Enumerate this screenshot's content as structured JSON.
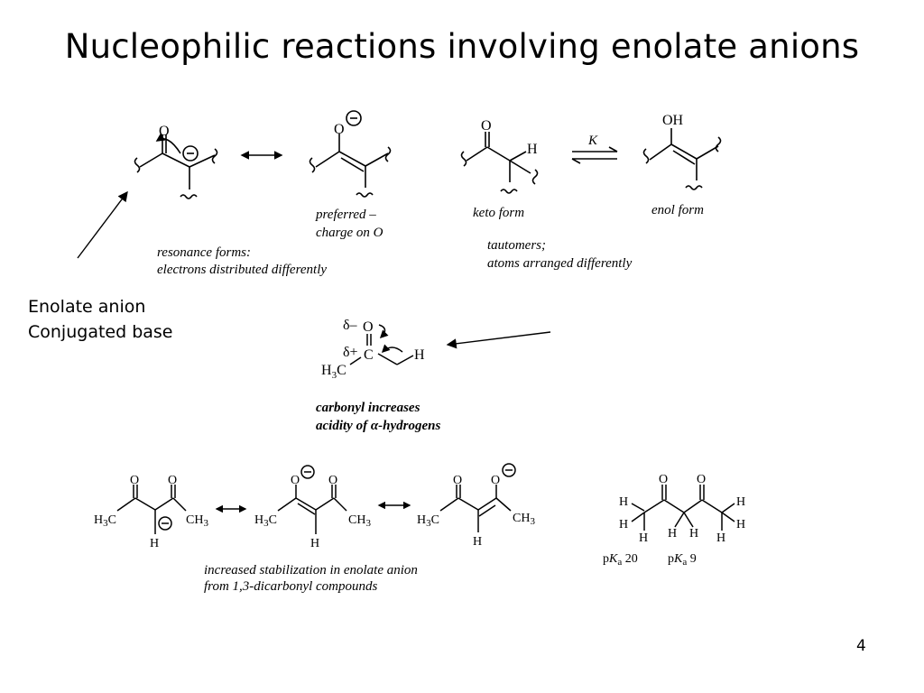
{
  "slide": {
    "title": "Nucleophilic reactions involving enolate anions",
    "page_number": "4"
  },
  "callout": {
    "line1": "Enolate anion",
    "line2": "Conjugated base"
  },
  "panel_top": {
    "resonance_caption_line1": "preferred –",
    "resonance_caption_line2": "charge on O",
    "resonance_label_line1": "resonance forms:",
    "resonance_label_line2": "electrons distributed differently",
    "keto_caption": "keto form",
    "enol_caption": "enol form",
    "equilibrium_constant": "K",
    "tautomer_label_line1": "tautomers;",
    "tautomer_label_line2": "atoms arranged differently"
  },
  "panel_middle": {
    "delta_minus": "δ–",
    "delta_plus": "δ+",
    "caption_line1": "carbonyl increases",
    "caption_line2": "acidity of α-hydrogens"
  },
  "panel_bottom": {
    "caption_line1": "increased stabilization in enolate anion",
    "caption_line2": "from 1,3-dicarbonyl compounds",
    "pka_left_value": "20",
    "pka_right_value": "9"
  }
}
